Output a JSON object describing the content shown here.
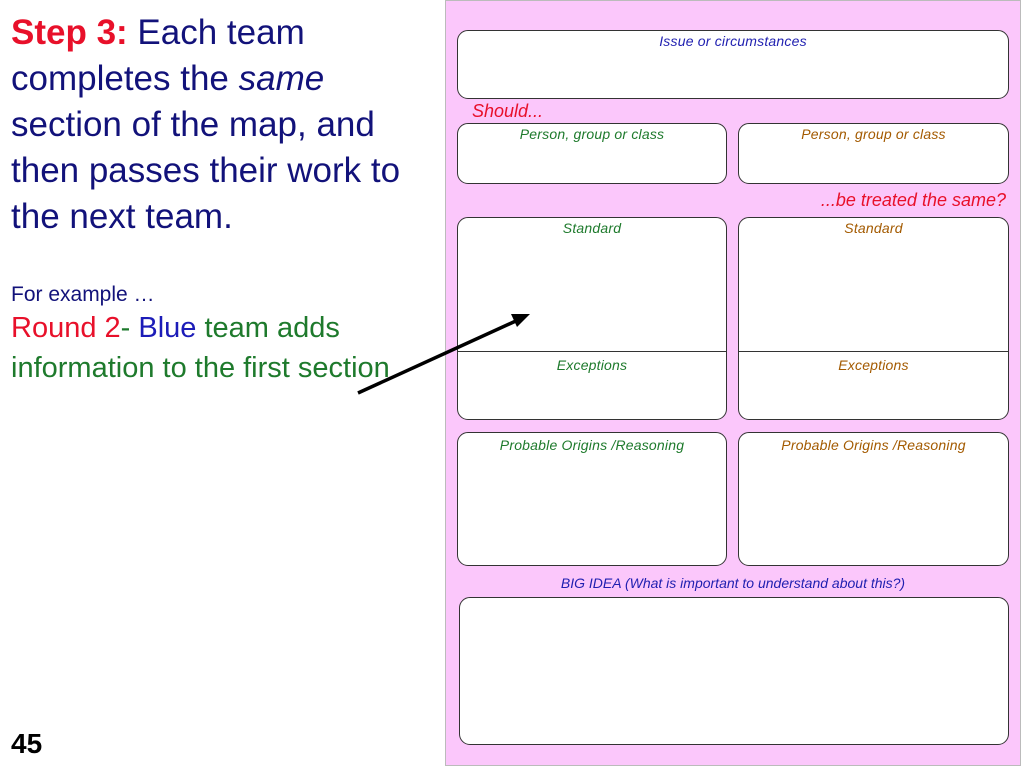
{
  "heading": {
    "step_label": "Step 3:",
    "text_1": " Each team completes the ",
    "italic_word": "same",
    "text_2": " section of the map, and then passes their work to the next team."
  },
  "example": {
    "intro": "For example …",
    "round_label": "Round 2",
    "dash": "-",
    "team_word": "Blue",
    "rest": " team adds information to the first section"
  },
  "page_number": "45",
  "map": {
    "issue_label": "Issue or circumstances",
    "should_label": "Should...",
    "person_left": "Person, group or class",
    "person_right": "Person, group or class",
    "treated_label": "...be treated the same?",
    "standard_left": "Standard",
    "standard_right": "Standard",
    "exceptions_left": "Exceptions",
    "exceptions_right": "Exceptions",
    "origins_left": "Probable Origins /Reasoning",
    "origins_right": "Probable Origins /Reasoning",
    "big_idea_label": "BIG IDEA (What is important to understand about this?)"
  },
  "colors": {
    "map_background": "#fbc7fb",
    "accent_red": "#e8102a",
    "text_navy": "#12127a",
    "team_blue": "#1c1cb8",
    "team_green": "#1e7a2c",
    "orange": "#a35a00"
  }
}
